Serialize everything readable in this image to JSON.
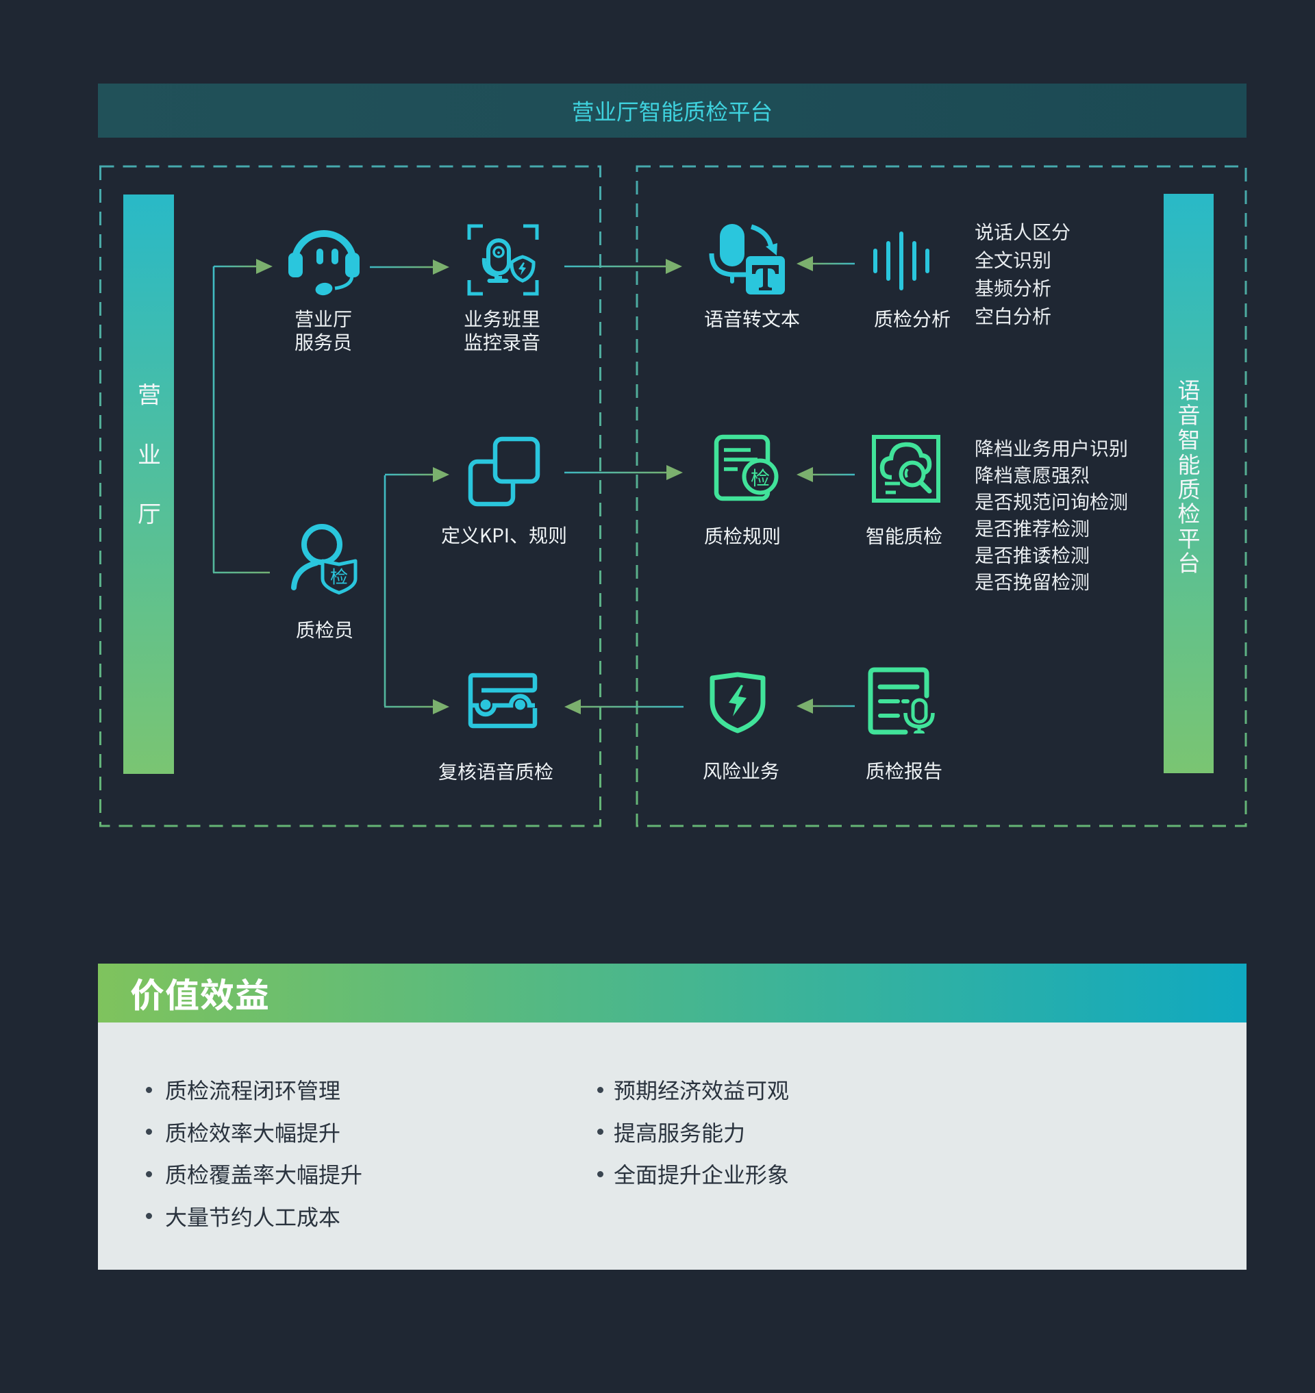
{
  "banner": {
    "title": "营业厅智能质检平台"
  },
  "left_panel": {
    "side_label": "营业厅"
  },
  "right_panel": {
    "side_label": "语音智能质检平台"
  },
  "nodes": {
    "agent": {
      "line1": "营业厅",
      "line2": "服务员"
    },
    "recording": {
      "line1": "业务班里",
      "line2": "监控录音"
    },
    "speech_to_text": {
      "label": "语音转文本"
    },
    "qc_analysis": {
      "label": "质检分析"
    },
    "define_kpi": {
      "label": "定义KPI、规则"
    },
    "qc_rules": {
      "label": "质检规则",
      "badge": "检"
    },
    "smart_qc": {
      "label": "智能质检"
    },
    "inspector": {
      "label": "质检员",
      "badge": "检"
    },
    "review": {
      "label": "复核语音质检"
    },
    "risk": {
      "label": "风险业务"
    },
    "report": {
      "label": "质检报告"
    }
  },
  "analysis_list": [
    "说话人区分",
    "全文识别",
    "基频分析",
    "空白分析"
  ],
  "detection_list": [
    "降档业务用户识别",
    "降档意愿强烈",
    "是否规范问询检测",
    "是否推荐检测",
    "是否推诿检测",
    "是否挽留检测"
  ],
  "benefits": {
    "title": "价值效益",
    "left": [
      "质检流程闭环管理",
      "质检效率大幅提升",
      "质检覆盖率大幅提升",
      "大量节约人工成本"
    ],
    "right": [
      "预期经济效益可观",
      "提高服务能力",
      "全面提升企业形象"
    ]
  },
  "colors": {
    "background": "#1f2733",
    "banner_bg": "#1e4d57",
    "banner_text": "#3fd2de",
    "dashed_border_top": "#3fb3be",
    "dashed_border_bottom": "#67ba72",
    "icon_cyan": "#2ac6dd",
    "icon_green": "#41e39a",
    "bar_gradient_top": "#29b9c7",
    "bar_gradient_bottom": "#7ac572",
    "arrow_teal": "#40b2b4",
    "arrow_green": "#75b171",
    "label_text": "#eff3f5",
    "benefits_header_left": "#7fc35d",
    "benefits_header_right": "#10a9c0",
    "benefits_body_bg": "#e4e9ea",
    "benefits_text": "#2a333e"
  }
}
